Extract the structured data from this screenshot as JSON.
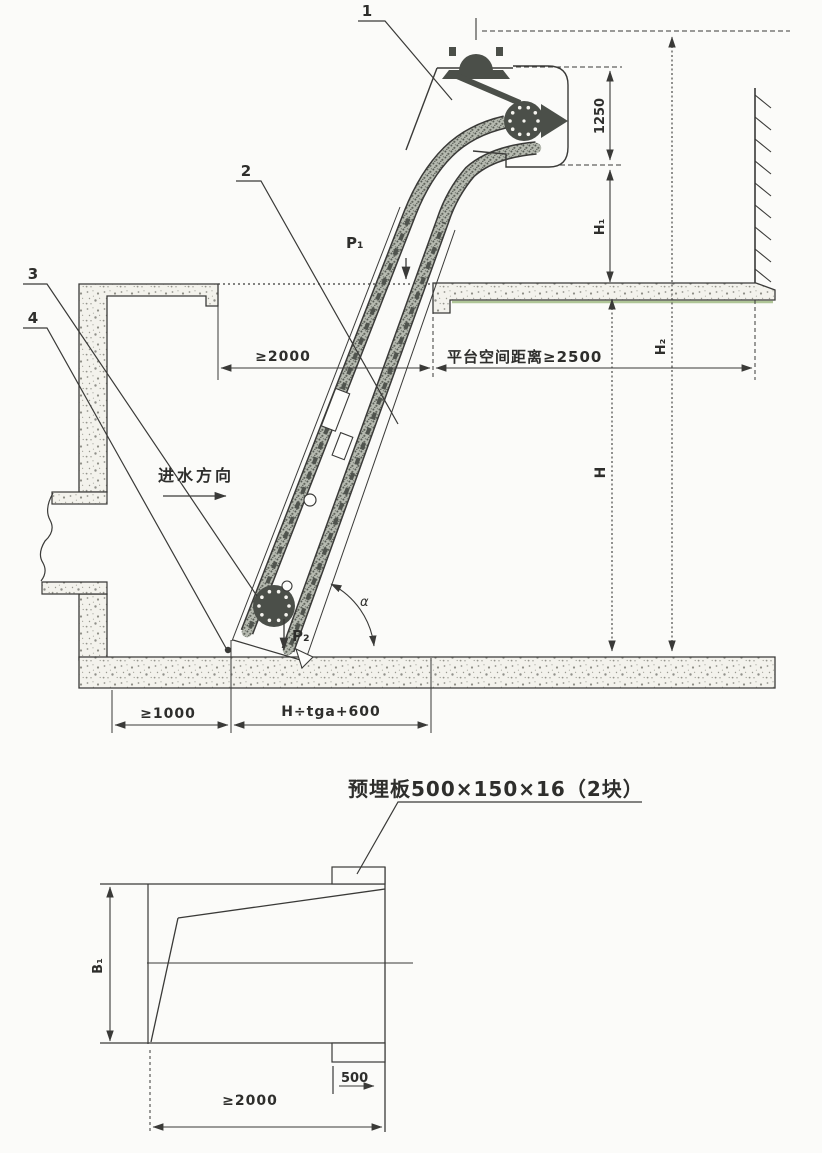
{
  "colors": {
    "ink": "#3a3a38",
    "dark_metal": "#4b4f49",
    "concrete_bg": "#f3f2ec",
    "green_tint": "#9db87f"
  },
  "elevation": {
    "callouts": {
      "c1": "1",
      "c2": "2",
      "c3": "3",
      "c4": "4"
    },
    "flow_direction": "进水方向",
    "forces": {
      "p1": "P₁",
      "p2": "P₂"
    },
    "angle": "α",
    "dims": {
      "head_height": "1250",
      "h1": "H₁",
      "h2": "H₂",
      "h": "H",
      "opening": "≥2000",
      "platform_clearance": "平台空间距离≥2500",
      "floor_left": "≥1000",
      "floor_span": "H÷tga+600"
    }
  },
  "plan": {
    "plate_note": "预埋板500×150×16（2块）",
    "dims": {
      "channel_width": "B₁",
      "length": "≥2000",
      "plate_width": "500"
    }
  }
}
